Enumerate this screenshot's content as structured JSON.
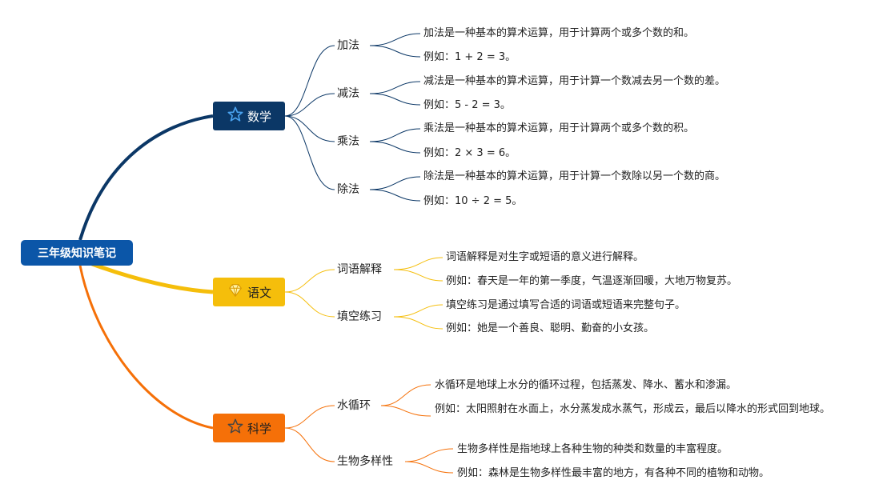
{
  "root": {
    "label": "三年级知识笔记"
  },
  "branches": [
    {
      "label": "数学",
      "icon": "star-icon",
      "color": "#0b3766",
      "topics": [
        {
          "label": "加法",
          "notes": [
            "加法是一种基本的算术运算，用于计算两个或多个数的和。",
            "例如：1 + 2 = 3。"
          ]
        },
        {
          "label": "减法",
          "notes": [
            "减法是一种基本的算术运算，用于计算一个数减去另一个数的差。",
            "例如：5 - 2 = 3。"
          ]
        },
        {
          "label": "乘法",
          "notes": [
            "乘法是一种基本的算术运算，用于计算两个或多个数的积。",
            "例如：2 × 3 = 6。"
          ]
        },
        {
          "label": "除法",
          "notes": [
            "除法是一种基本的算术运算，用于计算一个数除以另一个数的商。",
            "例如：10 ÷ 2 = 5。"
          ]
        }
      ]
    },
    {
      "label": "语文",
      "icon": "diamond-icon",
      "color": "#f5be0b",
      "topics": [
        {
          "label": "词语解释",
          "notes": [
            "词语解释是对生字或短语的意义进行解释。",
            "例如：春天是一年的第一季度，气温逐渐回暖，大地万物复苏。"
          ]
        },
        {
          "label": "填空练习",
          "notes": [
            "填空练习是通过填写合适的词语或短语来完整句子。",
            "例如：她是一个善良、聪明、勤奋的小女孩。"
          ]
        }
      ]
    },
    {
      "label": "科学",
      "icon": "star-outline-icon",
      "color": "#f57008",
      "topics": [
        {
          "label": "水循环",
          "notes": [
            "水循环是地球上水分的循环过程，包括蒸发、降水、蓄水和渗漏。",
            "例如：太阳照射在水面上，水分蒸发成水蒸气，形成云，最后以降水的形式回到地球。"
          ]
        },
        {
          "label": "生物多样性",
          "notes": [
            "生物多样性是指地球上各种生物的种类和数量的丰富程度。",
            "例如：森林是生物多样性最丰富的地方，有各种不同的植物和动物。"
          ]
        }
      ]
    }
  ]
}
